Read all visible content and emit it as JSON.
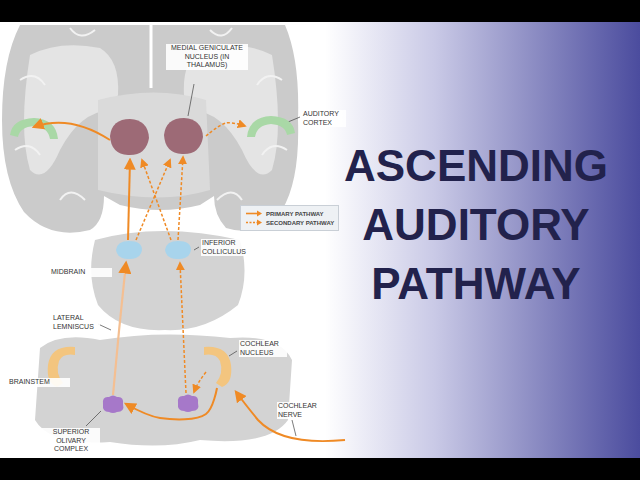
{
  "diagram": {
    "title": "ASCENDING AUDITORY PATHWAY",
    "nodes": [
      {
        "text": [
          "MEDIAL GENICULATE NUCLEUS (IN THALAMUS)"
        ]
      },
      {
        "text": [
          "AUDITORY CORTEX"
        ]
      },
      {
        "text": [
          "INFERIOR COLLICULUS"
        ]
      },
      {
        "text": [
          "COCHLEAR NUCLEUS"
        ]
      },
      {
        "text": [
          "SUPERIOR OLIVARY COMPLEX"
        ]
      }
    ],
    "edges": [
      {
        "from": 3,
        "to": 4,
        "arrow": "to"
      },
      {
        "from": 2,
        "to": 0,
        "arrow": "to"
      },
      {
        "from": 0,
        "to": 1,
        "arrow": "to"
      }
    ],
    "labels": [
      "MIDBRAIN",
      "BRAINSTEM",
      "LATERAL LEMNISCUS",
      "COCHLEAR NERVE"
    ],
    "legend": [
      {
        "text": "PRIMARY PATHWAY"
      },
      {
        "text": "SECONDARY PATHWAY"
      }
    ]
  }
}
